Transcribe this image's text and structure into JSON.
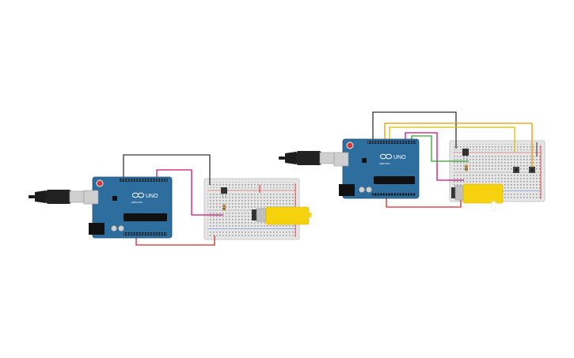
{
  "canvas": {
    "background": "#ffffff"
  },
  "colors": {
    "arduino_blue": "#2e6e9e",
    "arduino_dark": "#1f4f73",
    "breadboard": "#e6e6e6",
    "breadboard_hole": "#9a9a9a",
    "rail_red": "#d23a3a",
    "rail_blue": "#3a6fd2",
    "motor_yellow": "#f5d20d",
    "wire_black": "#333333",
    "wire_red": "#d42a2a",
    "wire_magenta": "#c0157a",
    "wire_orange": "#e69a00",
    "wire_yellow": "#d6c200",
    "wire_green": "#2fa52f",
    "usb_black": "#1c1c1c",
    "usb_silver": "#cfcfcf"
  },
  "circuits": [
    {
      "board": {
        "logo_text": "UNO",
        "brand_text": "ARDUINO"
      }
    },
    {
      "board": {
        "logo_text": "UNO",
        "brand_text": "ARDUINO"
      }
    }
  ]
}
